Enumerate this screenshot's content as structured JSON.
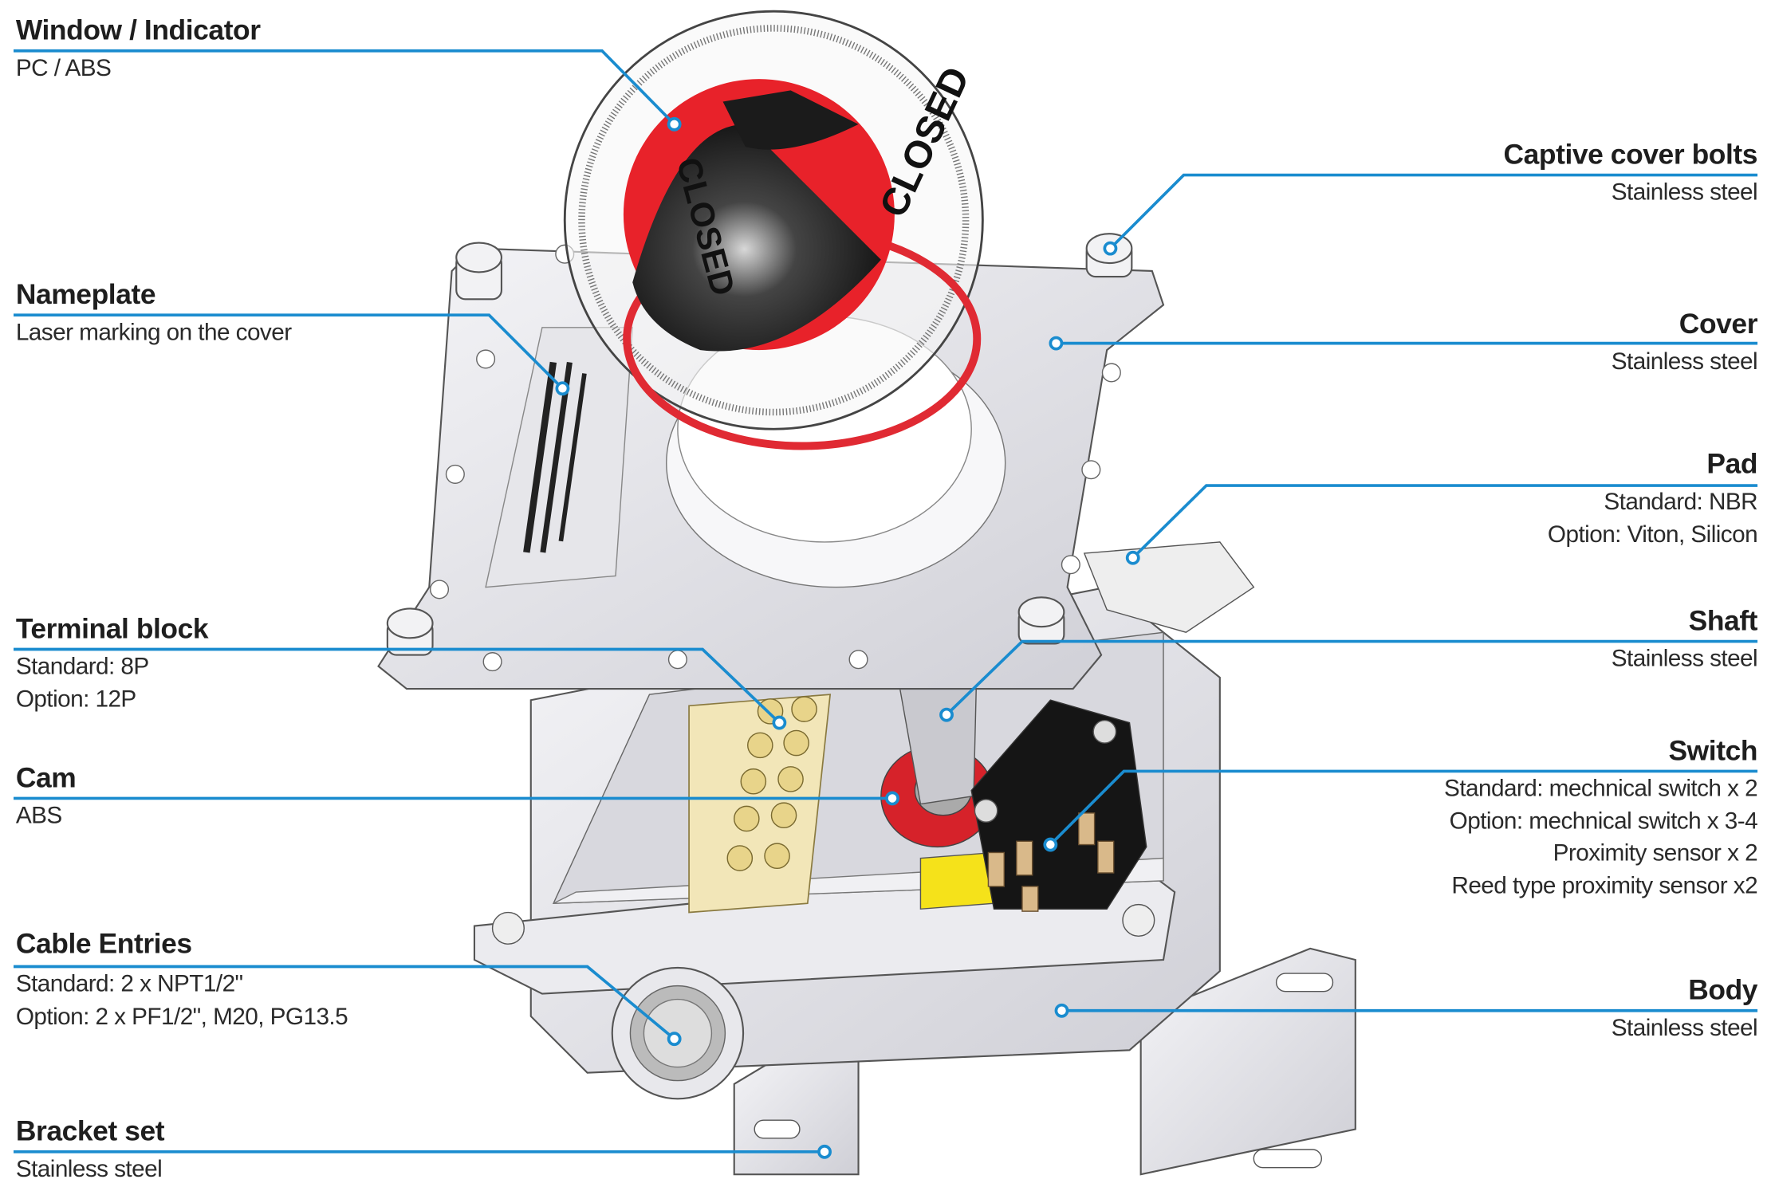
{
  "colors": {
    "leader": "#1a8ccf",
    "text": "#222222",
    "indicator_red": "#e8222a",
    "indicator_black": "#1b1b1b",
    "metal": "#e4e4e8"
  },
  "indicator_text": "CLOSED",
  "callouts": [
    {
      "title": "Window / Indicator",
      "lines": [
        "PC / ABS"
      ]
    },
    {
      "title": "Nameplate",
      "lines": [
        "Laser marking on the cover"
      ]
    },
    {
      "title": "Terminal block",
      "lines": [
        "Standard: 8P",
        "Option: 12P"
      ]
    },
    {
      "title": "Cam",
      "lines": [
        "ABS"
      ]
    },
    {
      "title": "Cable Entries",
      "lines": [
        "Standard: 2 x NPT1/2\"",
        "Option: 2 x PF1/2\", M20, PG13.5"
      ]
    },
    {
      "title": "Bracket set",
      "lines": [
        "Stainless steel"
      ]
    },
    {
      "title": "Captive cover bolts",
      "lines": [
        "Stainless steel"
      ]
    },
    {
      "title": "Cover",
      "lines": [
        "Stainless steel"
      ]
    },
    {
      "title": "Pad",
      "lines": [
        "Standard: NBR",
        "Option: Viton, Silicon"
      ]
    },
    {
      "title": "Shaft",
      "lines": [
        "Stainless steel"
      ]
    },
    {
      "title": "Switch",
      "lines": [
        "Standard: mechnical switch x 2",
        "Option: mechnical switch x 3-4",
        "Proximity sensor x 2",
        "Reed type proximity sensor x2"
      ]
    },
    {
      "title": "Body",
      "lines": [
        "Stainless steel"
      ]
    }
  ]
}
